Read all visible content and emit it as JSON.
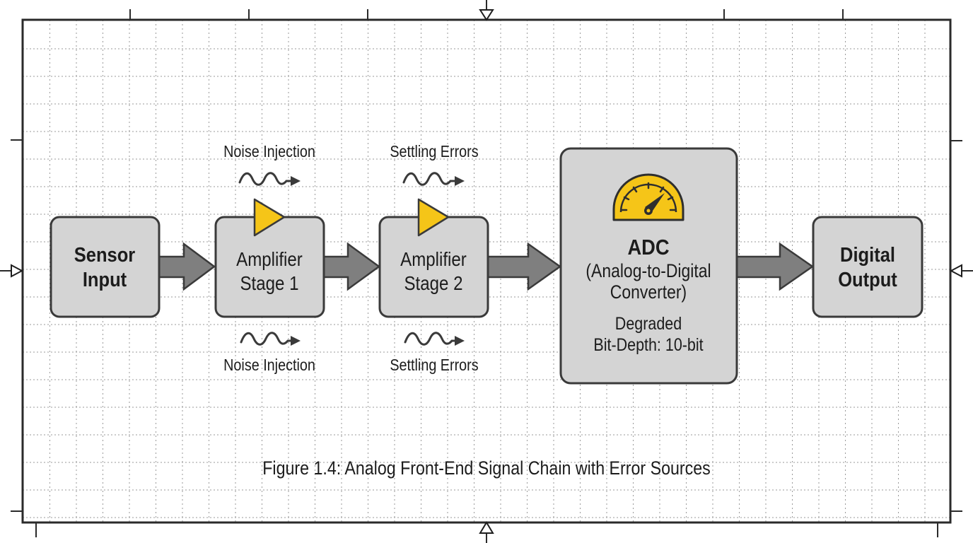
{
  "diagram": {
    "caption": "Figure 1.4: Analog Front-End Signal Chain with Error Sources",
    "colors": {
      "block_fill": "#d4d4d4",
      "block_stroke": "#3a3a3a",
      "arrow_fill": "#7f7f7f",
      "accent_yellow": "#f5c518",
      "grid": "#9a9a9a"
    },
    "blocks": [
      {
        "id": "sensor-input",
        "lines": [
          "Sensor",
          "Input"
        ],
        "bold": true
      },
      {
        "id": "amplifier-stage-1",
        "lines": [
          "Amplifier",
          "Stage 1"
        ],
        "bold": false,
        "icon": "amplifier-triangle-icon"
      },
      {
        "id": "amplifier-stage-2",
        "lines": [
          "Amplifier",
          "Stage 2"
        ],
        "bold": false,
        "icon": "amplifier-triangle-icon"
      },
      {
        "id": "adc",
        "title": "ADC",
        "subtitle_lines": [
          "(Analog-to-Digital",
          "Converter)"
        ],
        "status_lines": [
          "Degraded",
          "Bit-Depth: 10-bit"
        ],
        "icon": "gauge-icon"
      },
      {
        "id": "digital-output",
        "lines": [
          "Digital",
          "Output"
        ],
        "bold": true
      }
    ],
    "connections": [
      {
        "from": "sensor-input",
        "to": "amplifier-stage-1"
      },
      {
        "from": "amplifier-stage-1",
        "to": "amplifier-stage-2"
      },
      {
        "from": "amplifier-stage-2",
        "to": "adc"
      },
      {
        "from": "adc",
        "to": "digital-output"
      }
    ],
    "error_sources": [
      {
        "stage": "amplifier-stage-1",
        "position": "above",
        "label": "Noise Injection",
        "icon": "wavy-arrow-icon"
      },
      {
        "stage": "amplifier-stage-1",
        "position": "below",
        "label": "Noise Injection",
        "icon": "wavy-arrow-icon"
      },
      {
        "stage": "amplifier-stage-2",
        "position": "above",
        "label": "Settling Errors",
        "icon": "wavy-arrow-icon"
      },
      {
        "stage": "amplifier-stage-2",
        "position": "below",
        "label": "Settling Errors",
        "icon": "wavy-arrow-icon"
      }
    ]
  }
}
